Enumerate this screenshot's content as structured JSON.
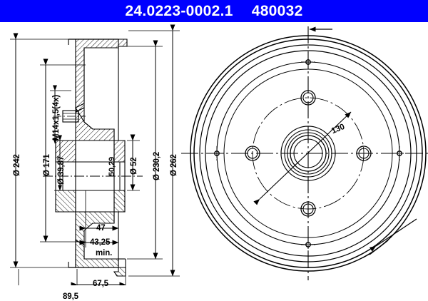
{
  "header": {
    "part_number": "24.0223-0002.1",
    "article_number": "480032",
    "bg_color": "#0000ff",
    "text_color": "#ffffff"
  },
  "drawing": {
    "title": "brake-drum-technical-drawing",
    "line_color": "#000000",
    "background": "#ffffff",
    "views": {
      "section": "cross-section-view",
      "front": "front-circular-view"
    },
    "dimensions": {
      "outer_diameter": "Ø 242",
      "flange_diameter": "Ø 171",
      "bore_diameter": "Ø 39,87",
      "thread_spec": "M14x1,5(4x)",
      "hub_depth": "50,29",
      "center_bore": "Ø 52",
      "inner_drum_diameter": "Ø 230,2",
      "drum_outer_diameter": "Ø 262",
      "depth_47": "47",
      "depth_min": "43,25",
      "depth_min_note": "min.",
      "length_675": "67,5",
      "length_895": "89,5",
      "bolt_circle": "130"
    }
  }
}
